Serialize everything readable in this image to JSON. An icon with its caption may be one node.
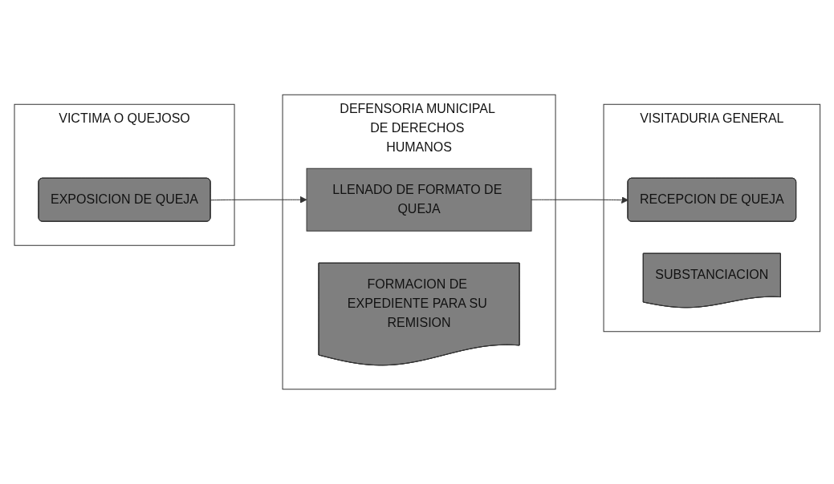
{
  "diagram": {
    "nodes": [
      {
        "text": [
          "VICTIMA O QUEJOSO"
        ]
      },
      {
        "text": [
          "DEFENSORIA MUNICIPAL DE DERECHOS HUMANOS"
        ]
      },
      {
        "text": [
          "VISITADURIA GENERAL"
        ]
      },
      {
        "text": [
          "EXPOSICION DE QUEJA"
        ],
        "in": 0
      },
      {
        "text": [
          "LLENADO DE FORMATO DE QUEJA"
        ],
        "in": 1
      },
      {
        "text": [
          "FORMACION DE EXPEDIENTE PARA SU REMISION"
        ],
        "in": 1
      },
      {
        "text": [
          "RECEPCION DE QUEJA"
        ],
        "in": 2
      },
      {
        "text": [
          "SUBSTANCIACION"
        ],
        "in": 2
      }
    ],
    "edges": [
      {
        "from": 3,
        "to": 4,
        "arrow": "to"
      },
      {
        "from": 4,
        "to": 6,
        "arrow": "to"
      }
    ]
  }
}
